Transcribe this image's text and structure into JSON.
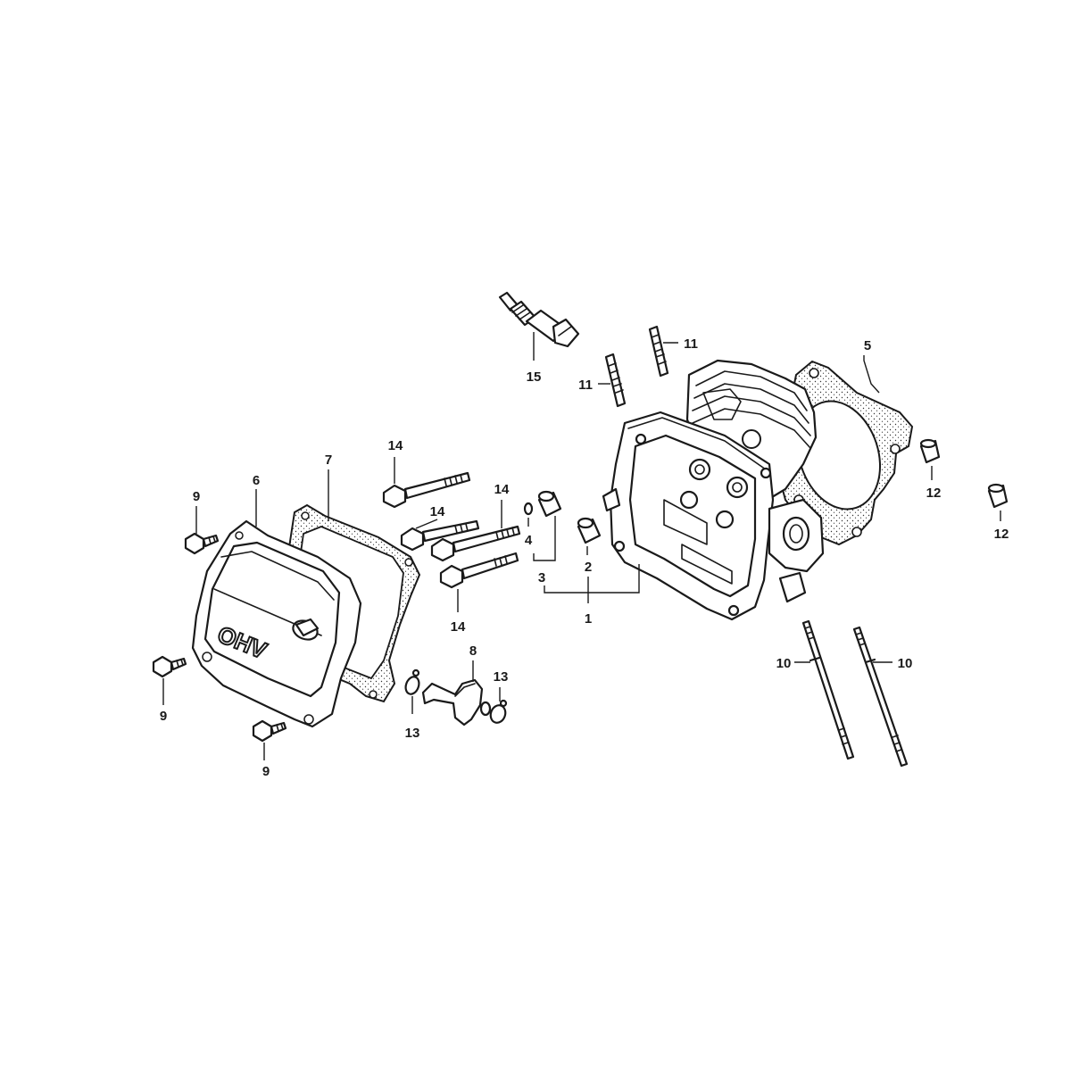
{
  "cover_emboss": "OHV",
  "callouts": {
    "c1": "1",
    "c2": "2",
    "c3": "3",
    "c4": "4",
    "c5": "5",
    "c6": "6",
    "c7": "7",
    "c8": "8",
    "c9a": "9",
    "c9b": "9",
    "c9c": "9",
    "c10a": "10",
    "c10b": "10",
    "c11a": "11",
    "c11b": "11",
    "c12a": "12",
    "c12b": "12",
    "c13a": "13",
    "c13b": "13",
    "c14a": "14",
    "c14b": "14",
    "c14c": "14",
    "c14d": "14",
    "c15": "15"
  }
}
